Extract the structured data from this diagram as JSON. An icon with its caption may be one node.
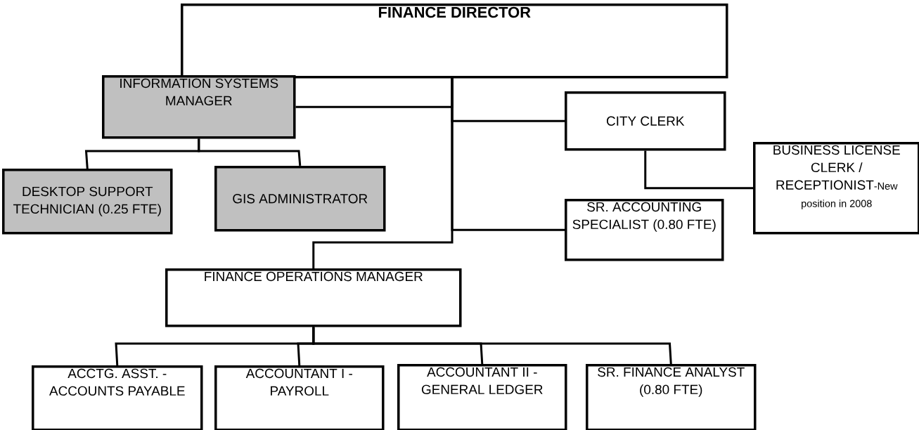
{
  "diagram": {
    "nodes": [
      {
        "text": [
          "FINANCE DIRECTOR"
        ]
      },
      {
        "text": [
          "INFORMATION SYSTEMS MANAGER"
        ]
      },
      {
        "text": [
          "DESKTOP SUPPORT TECHNICIAN (0.25 FTE)"
        ]
      },
      {
        "text": [
          "GIS ADMINISTRATOR"
        ]
      },
      {
        "text": [
          "CITY CLERK"
        ]
      },
      {
        "text": [
          "BUSINESS LICENSE CLERK / RECEPTIONIST",
          "-New position in 2008"
        ]
      },
      {
        "text": [
          "SR. ACCOUNTING SPECIALIST (0.80 FTE)"
        ]
      },
      {
        "text": [
          "FINANCE OPERATIONS MANAGER"
        ]
      },
      {
        "text": [
          "ACCTG. ASST. - ACCOUNTS PAYABLE"
        ]
      },
      {
        "text": [
          "ACCOUNTANT I - PAYROLL"
        ]
      },
      {
        "text": [
          "ACCOUNTANT II - GENERAL LEDGER"
        ]
      },
      {
        "text": [
          "SR. FINANCE ANALYST (0.80 FTE)"
        ]
      }
    ],
    "edges": [
      {
        "from": 0,
        "to": 1,
        "arrow": "none"
      },
      {
        "from": 0,
        "to": 4,
        "arrow": "none"
      },
      {
        "from": 0,
        "to": 6,
        "arrow": "none"
      },
      {
        "from": 0,
        "to": 7,
        "arrow": "none"
      },
      {
        "from": 1,
        "to": 2,
        "arrow": "none"
      },
      {
        "from": 1,
        "to": 3,
        "arrow": "none"
      },
      {
        "from": 4,
        "to": 5,
        "arrow": "none"
      },
      {
        "from": 7,
        "to": 8,
        "arrow": "none"
      },
      {
        "from": 7,
        "to": 9,
        "arrow": "none"
      },
      {
        "from": 7,
        "to": 10,
        "arrow": "none"
      },
      {
        "from": 7,
        "to": 11,
        "arrow": "none"
      }
    ]
  }
}
